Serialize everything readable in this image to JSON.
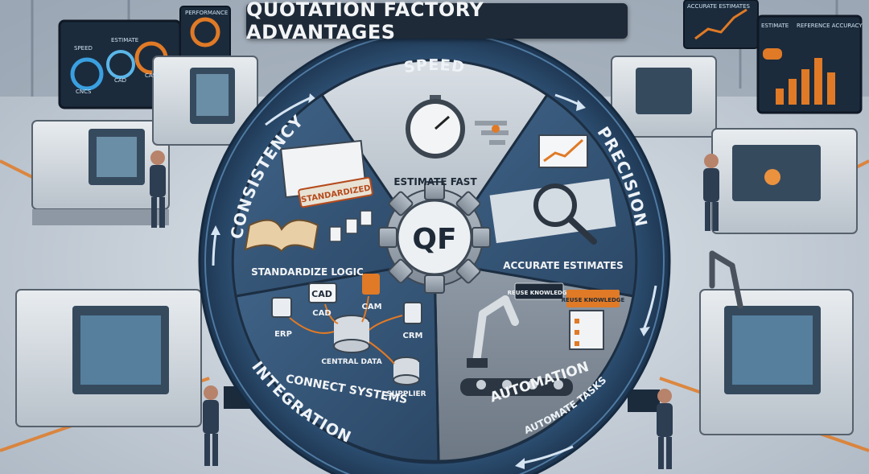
{
  "title": "QUOTATION FACTORY ADVANTAGES",
  "hub": {
    "logo": "QF"
  },
  "colors": {
    "banner": "#1e2a38",
    "ring": "#2c4d6f",
    "accent": "#e07a26",
    "panel": "#3b5b7d",
    "floor": "#c9d2dc"
  },
  "segments": [
    {
      "name": "speed",
      "title": "SPEED",
      "caption": "ESTIMATE FAST",
      "icon": "stopwatch-icon"
    },
    {
      "name": "precision",
      "title": "PRECISION",
      "caption": "ACCURATE ESTIMATES",
      "icon": "magnifier-chart-icon"
    },
    {
      "name": "automation",
      "title": "AUTOMATION",
      "caption": "AUTOMATE TASKS",
      "icon": "robot-arm-icon",
      "tags": [
        "REUSE KNOWLEDGE",
        "REUSE KNOWLEDGE"
      ]
    },
    {
      "name": "integration",
      "title": "INTEGRATION",
      "caption": "CONNECT SYSTEMS",
      "icon": "database-icon",
      "nodes": [
        "CAD",
        "CAD",
        "CAM",
        "ERP",
        "CRM",
        "CENTRAL DATA",
        "SUPPLIER"
      ]
    },
    {
      "name": "consistency",
      "title": "CONSISTENCY",
      "caption": "STANDARDIZE LOGIC",
      "icon": "book-icon",
      "stamp": "STANDARDIZED"
    }
  ],
  "dashboards": {
    "left": [
      "SPEED",
      "ESTIMATE",
      "PERFORMANCE",
      "CNCS",
      "CAD",
      "CASE"
    ],
    "right": [
      "ACCURATE ESTIMATES",
      "ESTIMATE",
      "REFERENCE ACCURACY"
    ]
  }
}
